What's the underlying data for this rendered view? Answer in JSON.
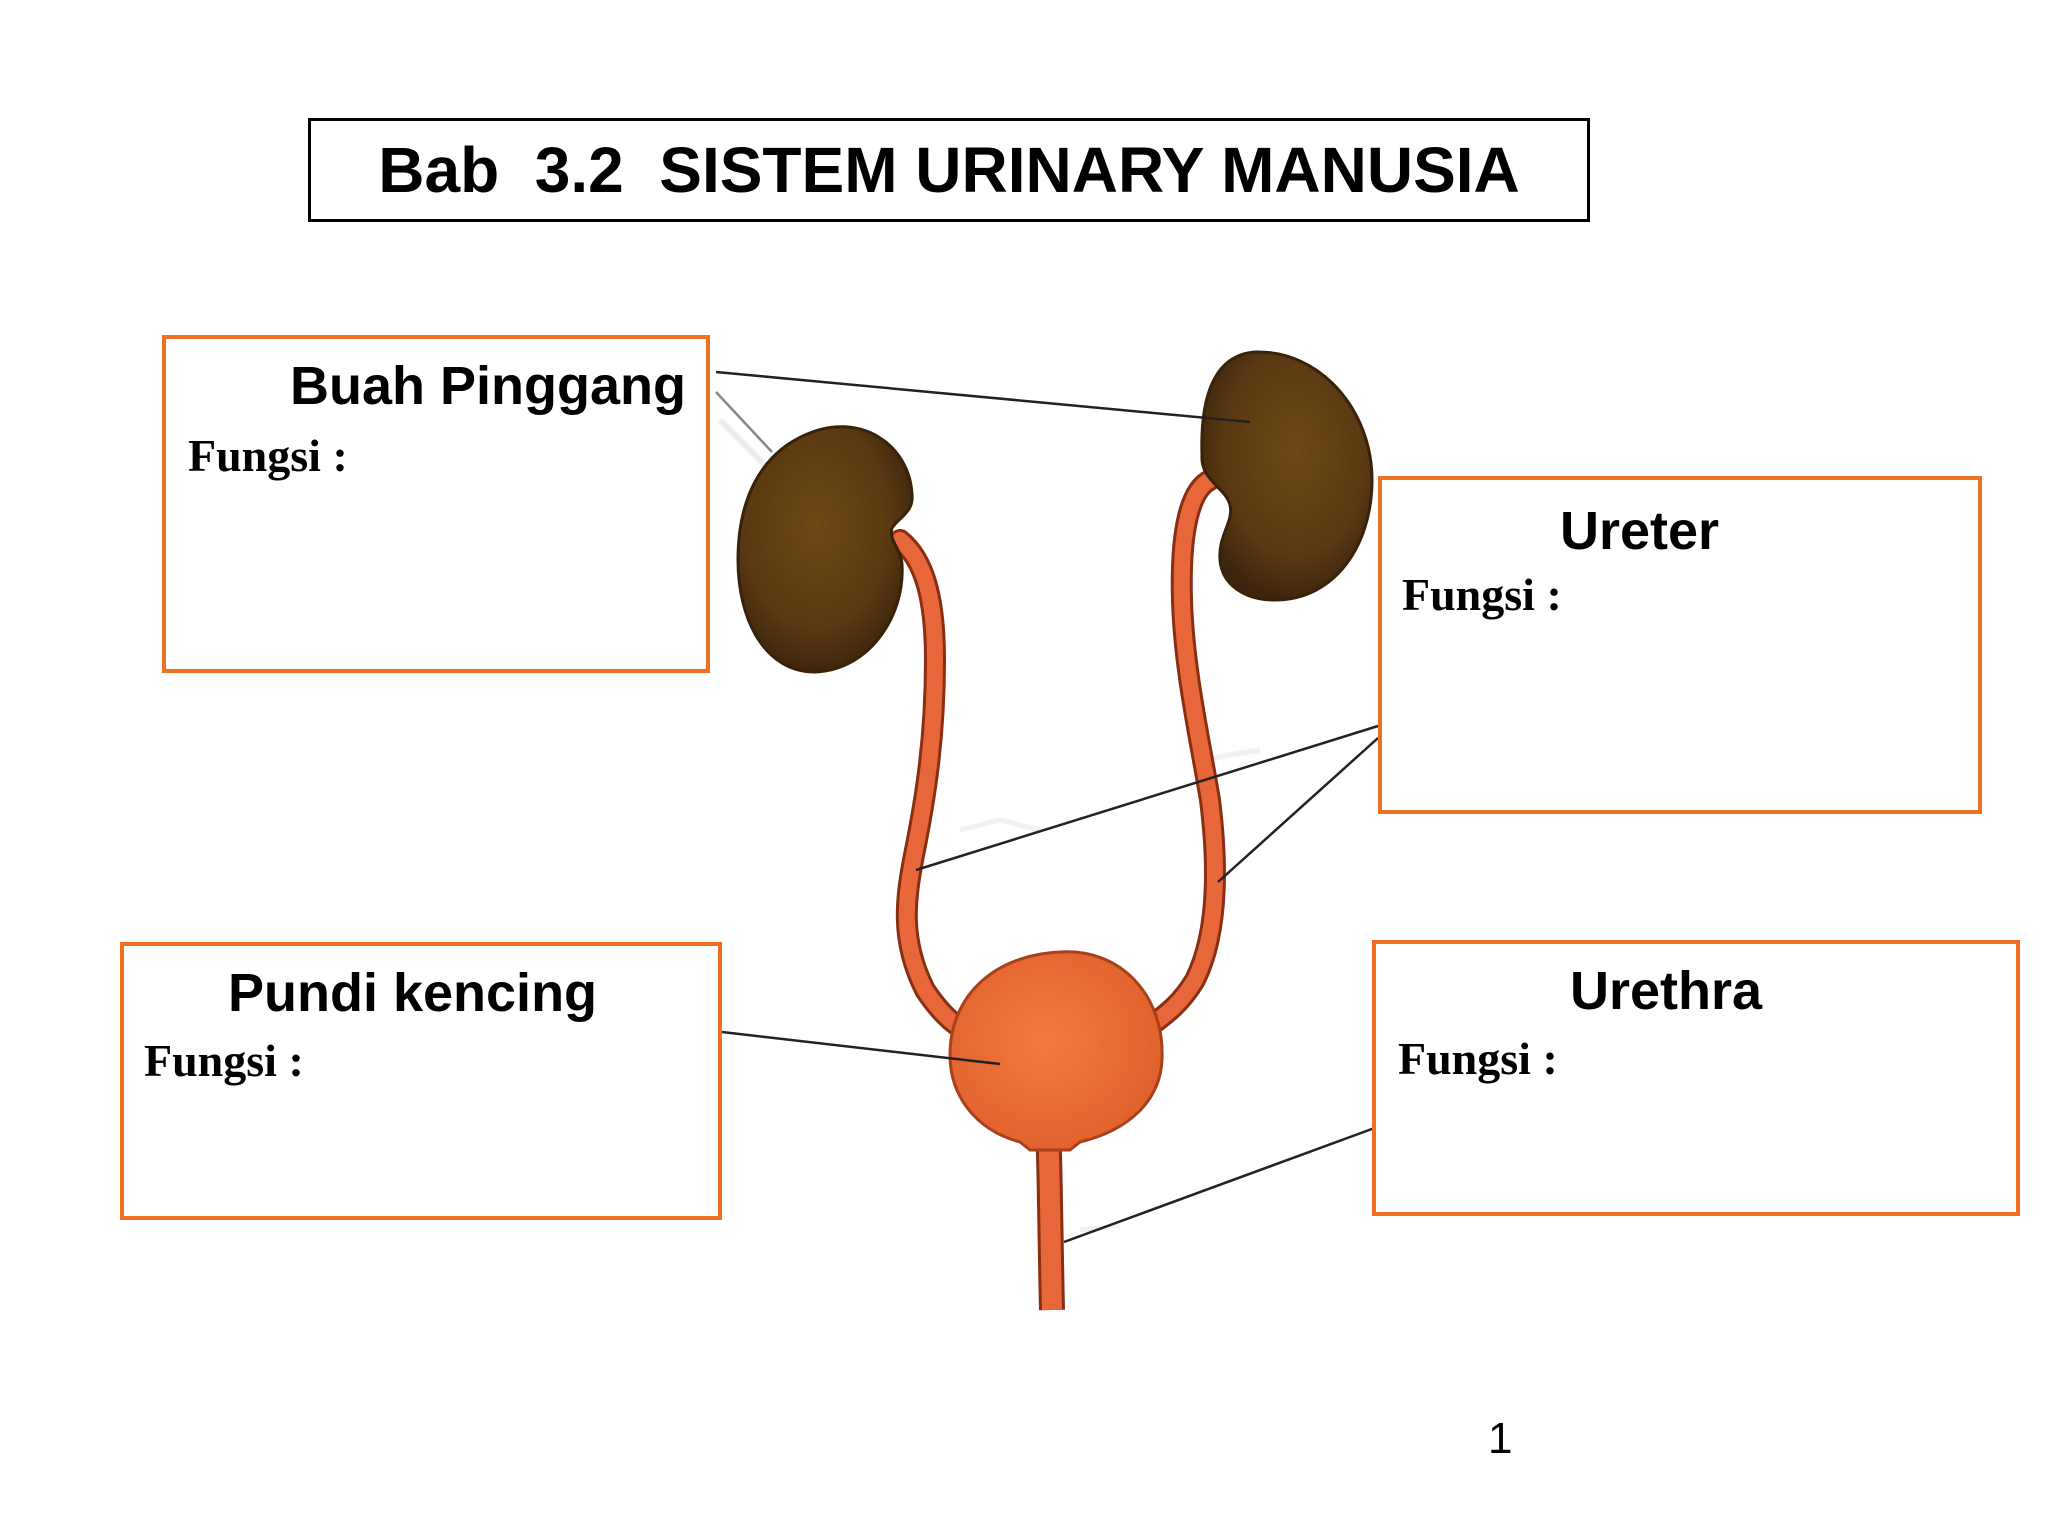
{
  "title": "Bab  3.2  SISTEM URINARY MANUSIA",
  "labels": {
    "buah_pinggang": {
      "heading": "Buah Pinggang",
      "fungsi": "Fungsi :"
    },
    "ureter": {
      "heading": "Ureter",
      "fungsi": "Fungsi :"
    },
    "pundi_kencing": {
      "heading": "Pundi kencing",
      "fungsi": "Fungsi :"
    },
    "urethra": {
      "heading": "Urethra",
      "fungsi": "Fungsi :"
    }
  },
  "page_number": "1",
  "colors": {
    "label_border": "#f07020",
    "kidney": "#6b3f1c",
    "ureter_bladder": "#e8673a",
    "leader_line": "#222222"
  }
}
